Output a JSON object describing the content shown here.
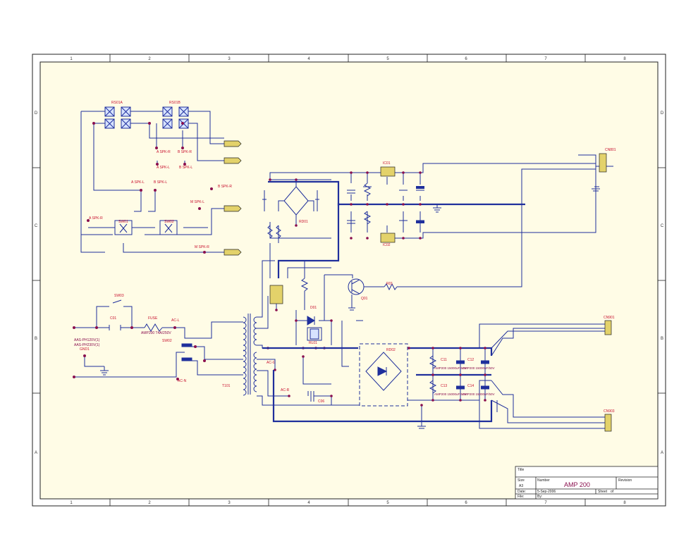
{
  "border": {
    "columns": [
      "1",
      "2",
      "3",
      "4",
      "5",
      "6",
      "7",
      "8"
    ],
    "rows": [
      "D",
      "C",
      "B",
      "A"
    ]
  },
  "colors": {
    "paper": "#fffce6",
    "wire": "#1f2f9c",
    "label": "#c8102e",
    "part": "#8a0f4e",
    "connector": "#e3d26a",
    "frame": "#222222"
  },
  "switch_bank": {
    "ref_a": "RS01A",
    "ref_b": "RS01B",
    "sw_a_ref": "SW01",
    "sw_b_ref": "SW02",
    "a_spk_r": "A SPK-R",
    "b_spk_r": "B SPK-R",
    "a_spk_l": "A SPK-L",
    "b_spk_l": "B SPK-L",
    "a_spk_l2": "A SPK-L",
    "b_spk_l2": "B SPK-L",
    "b_spk_r2": "B SPK-R",
    "a_spk_r2": "A SPK-R",
    "m_spk_l": "M SPK-L",
    "m_spk_r": "M SPK-R"
  },
  "mains": {
    "switch_ref": "SW03",
    "cap_ref": "C01",
    "fuse_ref": "FUSE",
    "fuse_value": "AMP200 T4A/250V",
    "ac_l": "AC-L",
    "voltage_switch_ref": "SW02",
    "voltage_1": "AAS-PH120V(1)",
    "voltage_2": "AAS-PH230V(1)",
    "gnd_ref": "GND1",
    "ac_n": "AC-N",
    "transformer_ref": "T101",
    "ac_g": "AC-G",
    "ac_r": "AC-R"
  },
  "power_supply": {
    "bridge_ref": "RD01",
    "reg_upper": "IC01",
    "reg_lower": "IC02",
    "connector_top": "CN801",
    "connector_mid": "CN901",
    "connector_bot": "CN903",
    "relay_ref": "RL01",
    "transistor_ref": "Q01",
    "diode_ref": "D01",
    "main_bridge_ref": "RD02",
    "cap_c11": "C11",
    "cap_c12": "C12",
    "cap_c13": "C13",
    "cap_c14": "C14",
    "cap_rating": "AMP200 15000uF/50V",
    "r_ref": "R01",
    "c06": "C06"
  },
  "title_block": {
    "title_label": "Title",
    "size_label": "Size",
    "size_value": "A3",
    "number_label": "Number",
    "number_value": "AMP 200",
    "revision_label": "Revision",
    "date_label": "Date:",
    "date_value": "5-Sep-2006",
    "sheet_label": "Sheet",
    "sheet_value": "of",
    "file_label": "File:",
    "by_label": "By:"
  }
}
